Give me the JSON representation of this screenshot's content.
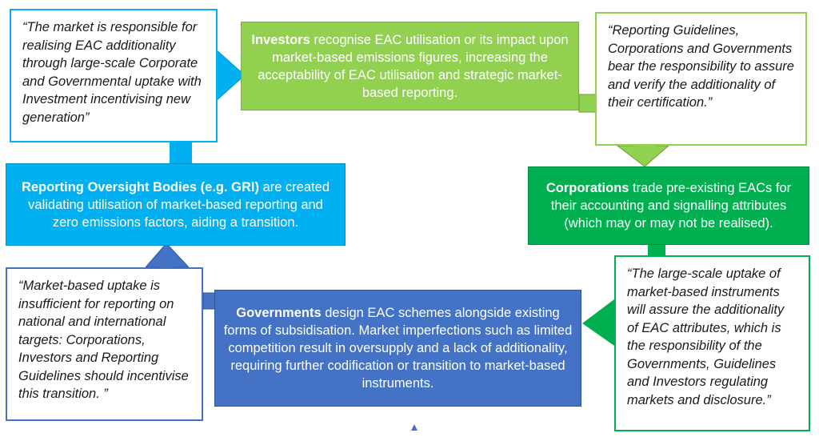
{
  "colors": {
    "light_green": "#92d050",
    "dark_green": "#00b050",
    "light_blue": "#00b0f0",
    "dark_blue": "#4472c4"
  },
  "quotes": {
    "top_left": "“The market is responsible for realising EAC additionality through large-scale Corporate and Governmental uptake with Investment incentivising new generation”",
    "top_right": "“Reporting Guidelines, Corporations and Governments bear the responsibility to assure and verify the additionality of their certification.”",
    "bottom_right": "“The large-scale uptake of market-based instruments will assure the additionality of EAC attributes, which is the responsibility of the Governments, Guidelines and Investors regulating markets and disclosure.”",
    "bottom_left": "“Market-based uptake is insufficient for reporting on national and international targets: Corporations, Investors and Reporting Guidelines should incentivise this transition. ”"
  },
  "nodes": {
    "investors": {
      "bold": "Investors",
      "text": " recognise EAC utilisation or its impact upon market-based emissions figures, increasing the acceptability of EAC utilisation and strategic market-based reporting."
    },
    "corporations": {
      "bold": "Corporations",
      "text": " trade pre-existing EACs for their accounting and signalling attributes (which may or may not be realised)."
    },
    "governments": {
      "bold": "Governments",
      "text": " design EAC schemes alongside existing forms of subsidisation. Market imperfections such as limited competition result in oversupply and a lack of additionality, requiring further codification or transition to market-based instruments."
    },
    "oversight": {
      "bold": "Reporting Oversight Bodies (e.g. GRI)",
      "text": " are created validating utilisation of market-based reporting and zero emissions factors, aiding a transition."
    }
  }
}
